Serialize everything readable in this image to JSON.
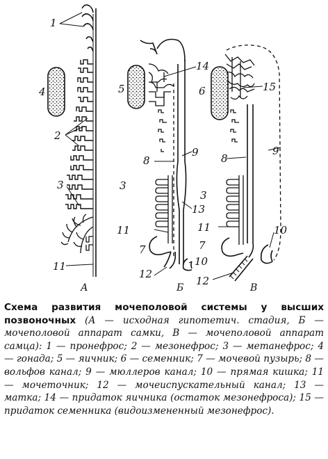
{
  "figure": {
    "panels": [
      "А",
      "Б",
      "В"
    ],
    "labels": {
      "a": [
        "1",
        "4",
        "2",
        "3",
        "11"
      ],
      "b": [
        "5",
        "14",
        "8",
        "9",
        "3",
        "13",
        "11",
        "7",
        "10",
        "12"
      ],
      "c": [
        "6",
        "15",
        "8",
        "9",
        "3",
        "11",
        "10",
        "7",
        "12"
      ]
    }
  },
  "caption": {
    "title": "Схема развития мочеполовой системы у высших позвоночных",
    "body": "(А — исходная гипотетич. стадия, Б — мочеполовой аппарат самки, В — мочеполовой аппарат самца): 1 — пронефрос; 2 — мезонефрос; 3 — метанефрос; 4 — гонада; 5 — яичник; 6 — семенник; 7 — мочевой пузырь; 8 — вольфов канал; 9 — мюллеров канал; 10 — прямая кишка; 11 — мочеточник; 12 — мочеиспускательный канал; 13 — матка; 14 — придаток яичника (остаток мезонефроса); 15 — придаток семенника (видоизмененный мезонефрос)."
  }
}
